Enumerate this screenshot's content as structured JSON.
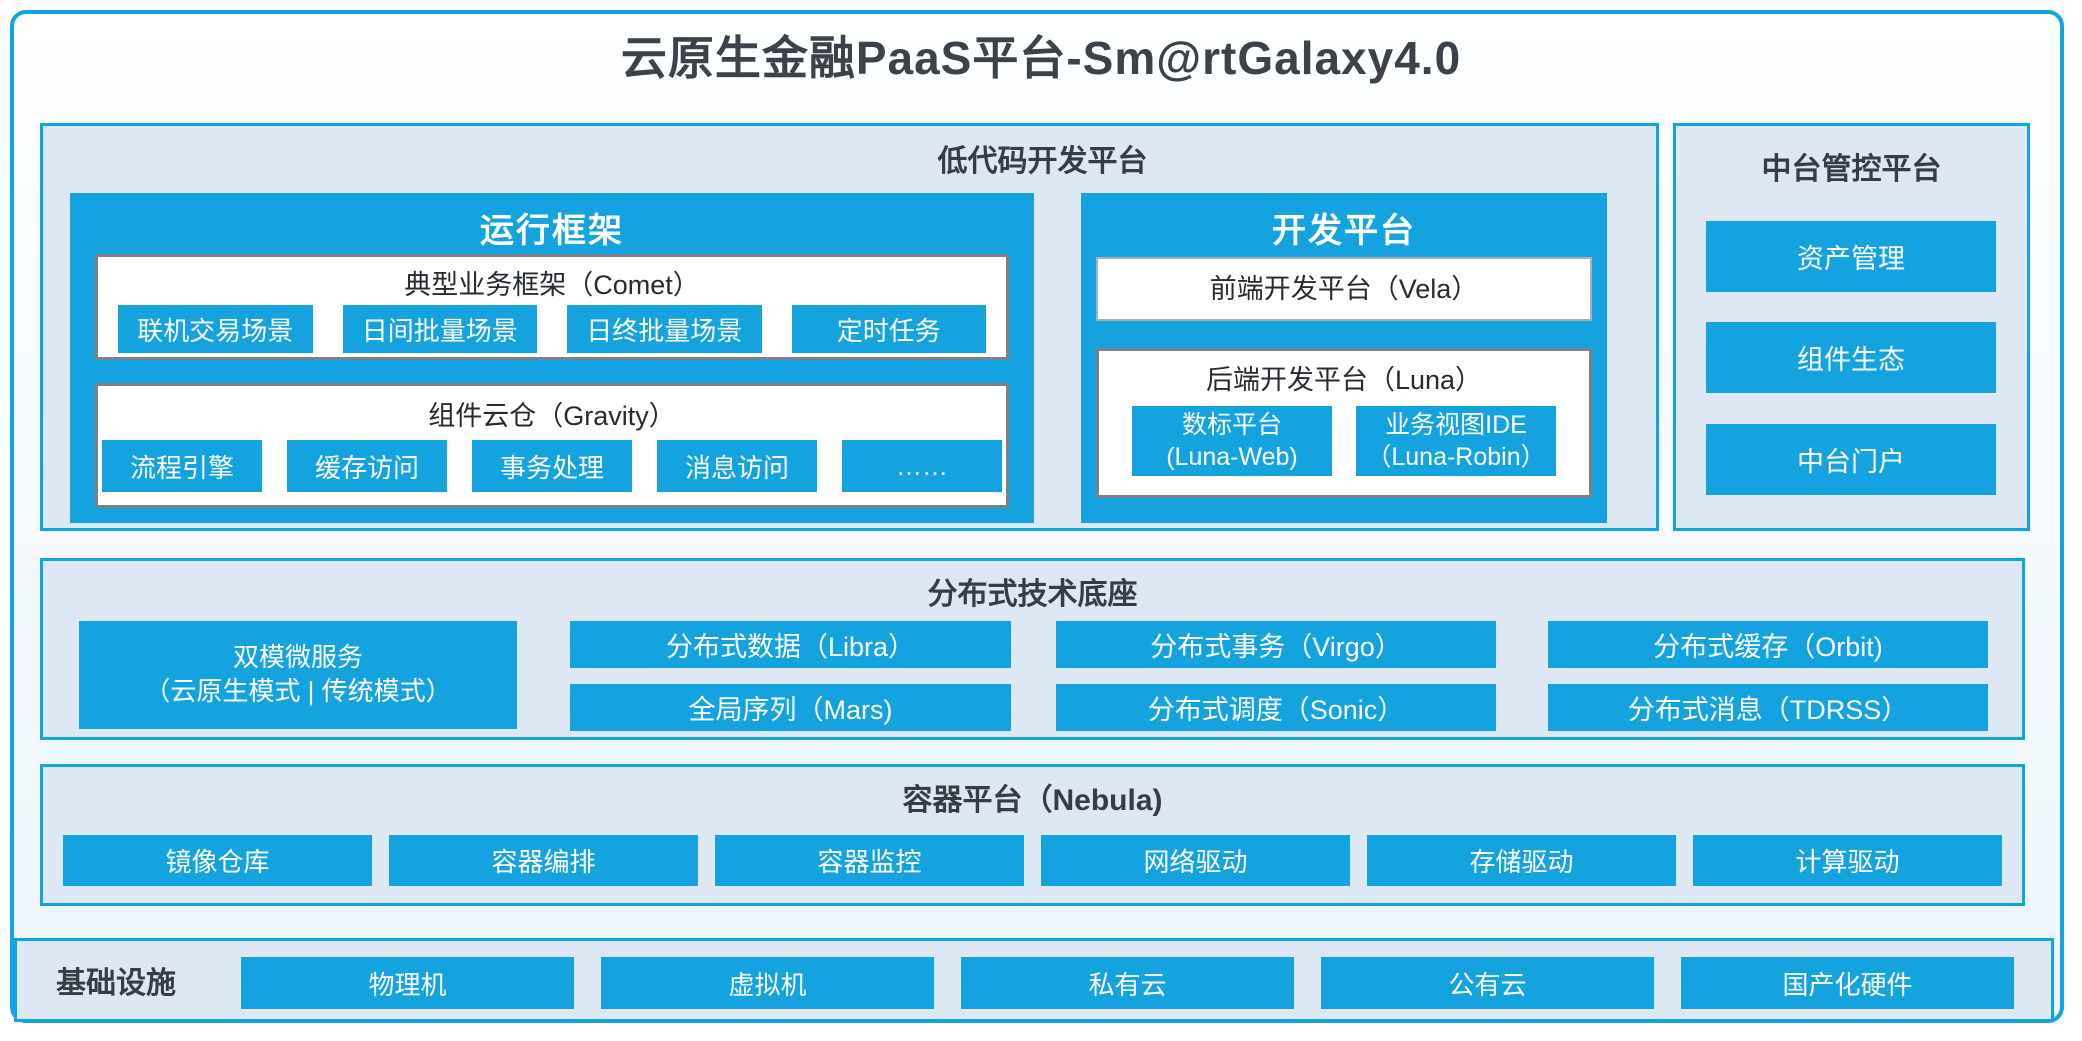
{
  "page_title": "云原生金融PaaS平台-Sm@rtGalaxy4.0",
  "colors": {
    "accent": "#14a3de",
    "section_bg": "#dde8f4",
    "dark_text": "#363d44",
    "white": "#ffffff"
  },
  "low_code": {
    "header": "低代码开发平台",
    "runtime_framework": {
      "header": "运行框架",
      "comet": {
        "title": "典型业务框架（Comet）",
        "items": [
          "联机交易场景",
          "日间批量场景",
          "日终批量场景",
          "定时任务"
        ]
      },
      "gravity": {
        "title": "组件云仓（Gravity）",
        "items": [
          "流程引擎",
          "缓存访问",
          "事务处理",
          "消息访问",
          "……"
        ]
      }
    },
    "dev_platform": {
      "header": "开发平台",
      "vela_title": "前端开发平台（Vela）",
      "luna": {
        "title": "后端开发平台（Luna）",
        "items": [
          {
            "line1": "数标平台",
            "line2": "(Luna-Web)"
          },
          {
            "line1": "业务视图IDE",
            "line2": "（Luna-Robin）"
          }
        ]
      }
    }
  },
  "mid_platform": {
    "header": "中台管控平台",
    "items": [
      "资产管理",
      "组件生态",
      "中台门户"
    ]
  },
  "distributed_base": {
    "header": "分布式技术底座",
    "dual_mode": {
      "line1": "双模微服务",
      "line2": "（云原生模式 | 传统模式）"
    },
    "grid": [
      [
        "分布式数据（Libra）",
        "分布式事务（Virgo）",
        "分布式缓存（Orbit)"
      ],
      [
        "全局序列（Mars)",
        "分布式调度（Sonic）",
        "分布式消息（TDRSS）"
      ]
    ]
  },
  "container_platform": {
    "header": "容器平台（Nebula)",
    "items": [
      "镜像仓库",
      "容器编排",
      "容器监控",
      "网络驱动",
      "存储驱动",
      "计算驱动"
    ]
  },
  "infrastructure": {
    "header": "基础设施",
    "items": [
      "物理机",
      "虚拟机",
      "私有云",
      "公有云",
      "国产化硬件"
    ]
  }
}
